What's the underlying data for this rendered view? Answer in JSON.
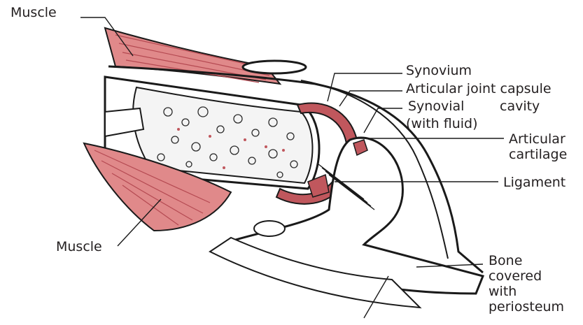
{
  "labels": {
    "muscle_top": "Muscle",
    "synovium": "Synovium",
    "capsule": "Articular joint capsule",
    "synovial_cavity_1": "Synovial",
    "synovial_cavity_2": "cavity",
    "synovial_cavity_3": "(with fluid)",
    "cartilage_1": "Articular",
    "cartilage_2": "cartilage",
    "ligament": "Ligament",
    "muscle_bottom": "Muscle",
    "bone_1": "Bone",
    "bone_2": "covered",
    "bone_3": "with",
    "bone_4": "periosteum"
  },
  "colors": {
    "muscle": "#e0898a",
    "muscle_dark": "#c0575d",
    "outline": "#1a1a1a",
    "bone_fill": "#ffffff",
    "text": "#231f20"
  }
}
